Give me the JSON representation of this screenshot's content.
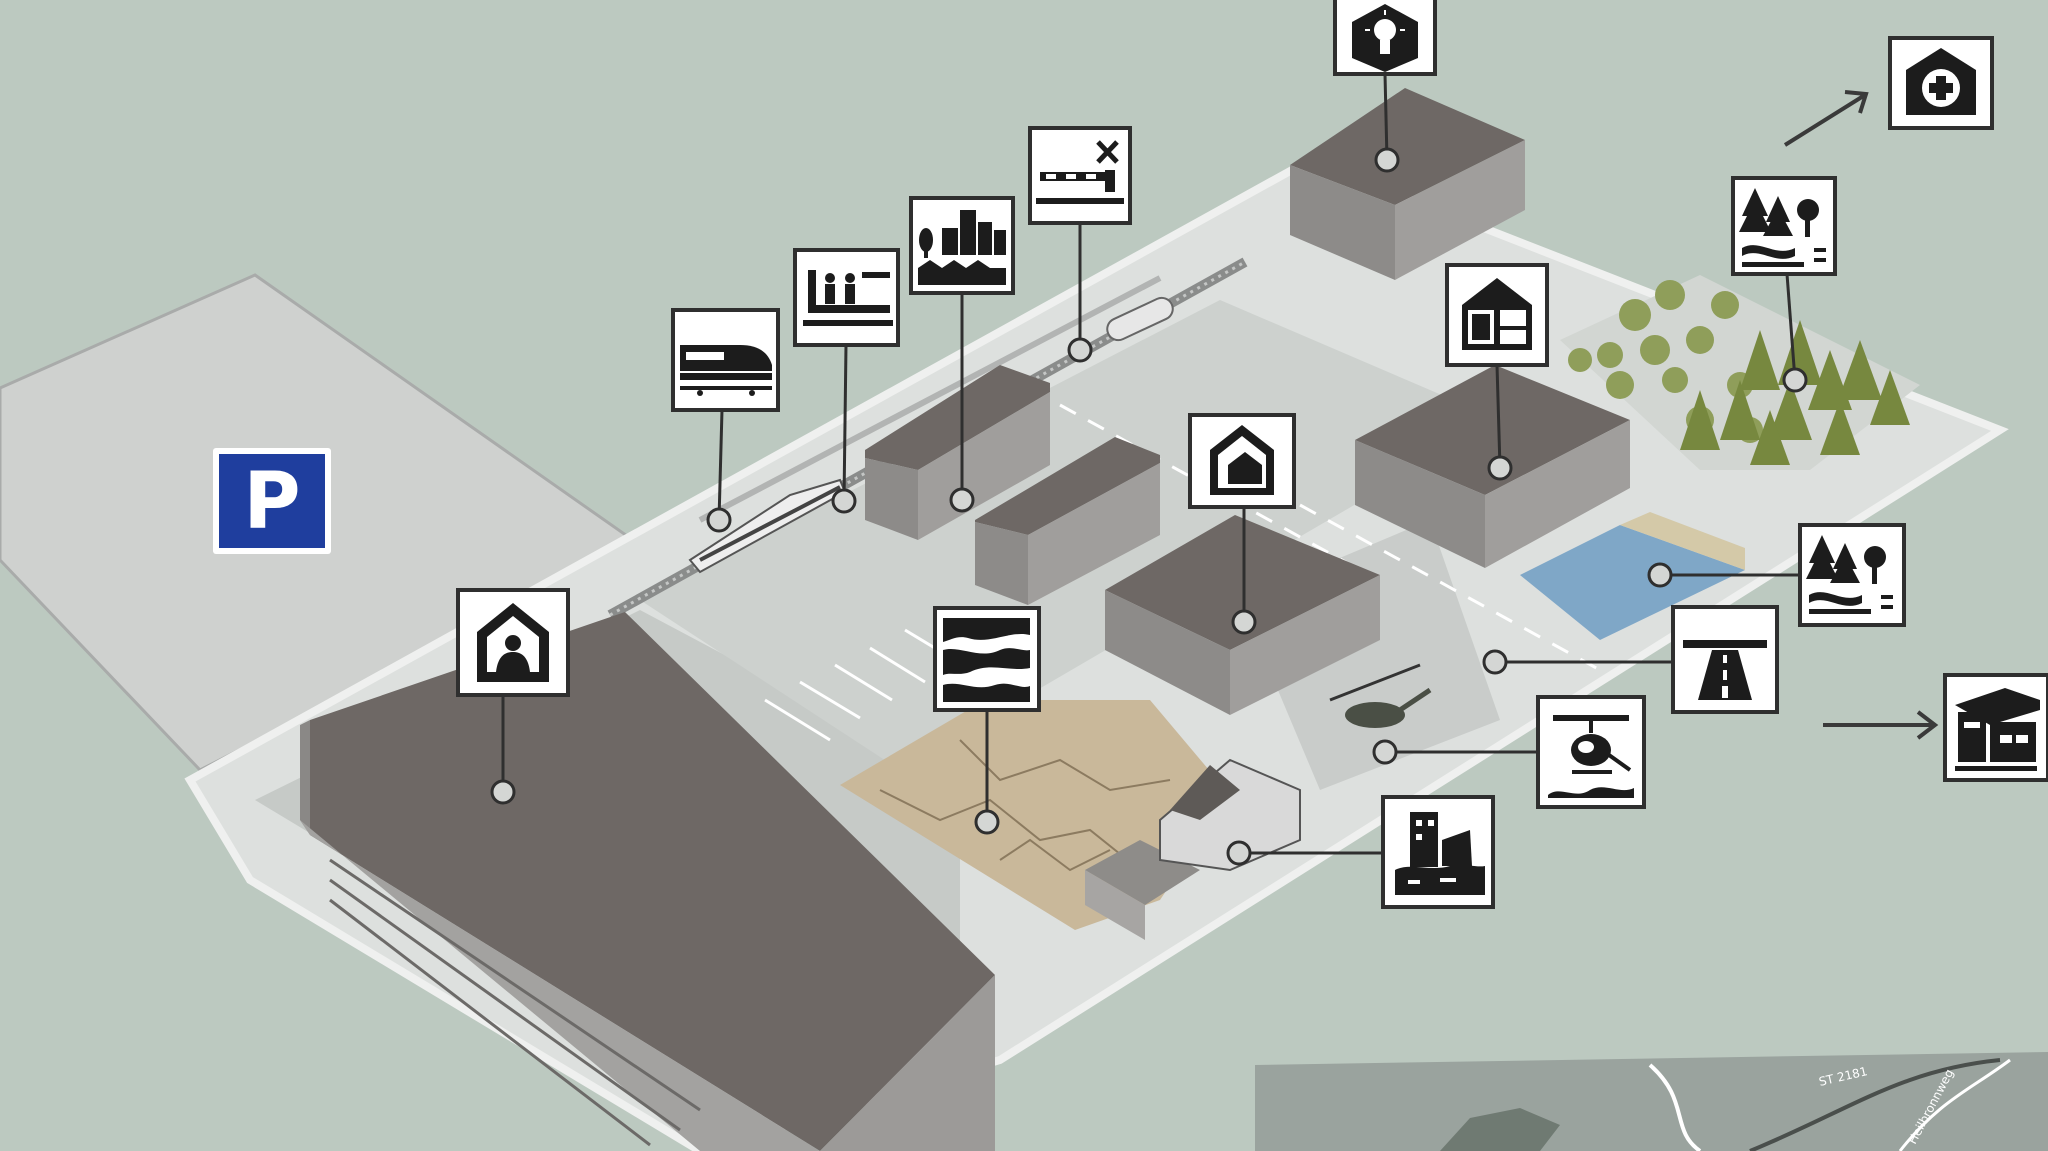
{
  "map": {
    "parking_label": "P",
    "road_label": "ST 2181",
    "street_label": "Heilbronnweg",
    "colors": {
      "background": "#bcc9c0",
      "ground": "#d8dcd9",
      "paving": "#cfd3d0",
      "roof": "#6e6865",
      "wall": "#9c9a98",
      "parking_sign": "#1f3e9e",
      "water": "#7fa7c7",
      "trees": "#8f9e5a",
      "rubble": "#c9b89a"
    }
  },
  "markers": [
    {
      "name": "main-hall-marker",
      "icon": "shelter-person-icon"
    },
    {
      "name": "train-marker",
      "icon": "train-icon"
    },
    {
      "name": "platform-marker",
      "icon": "platform-people-icon"
    },
    {
      "name": "city-marker",
      "icon": "city-skyline-icon"
    },
    {
      "name": "level-crossing-marker",
      "icon": "barrier-x-icon"
    },
    {
      "name": "innovation-marker",
      "icon": "lightbulb-icon"
    },
    {
      "name": "medical-marker",
      "icon": "medical-house-icon"
    },
    {
      "name": "floorplan-marker",
      "icon": "house-floorplan-icon"
    },
    {
      "name": "forest-marker-top",
      "icon": "forest-water-icon"
    },
    {
      "name": "house-marker",
      "icon": "house-in-house-icon"
    },
    {
      "name": "forest-marker-pond",
      "icon": "forest-water-icon"
    },
    {
      "name": "highway-marker",
      "icon": "highway-icon"
    },
    {
      "name": "training-site-marker",
      "icon": "external-building-icon"
    },
    {
      "name": "rubble-marker",
      "icon": "landslide-rubble-icon"
    },
    {
      "name": "helicopter-marker",
      "icon": "helicopter-rescue-icon"
    },
    {
      "name": "collapsed-building-marker",
      "icon": "collapsed-building-icon"
    }
  ]
}
